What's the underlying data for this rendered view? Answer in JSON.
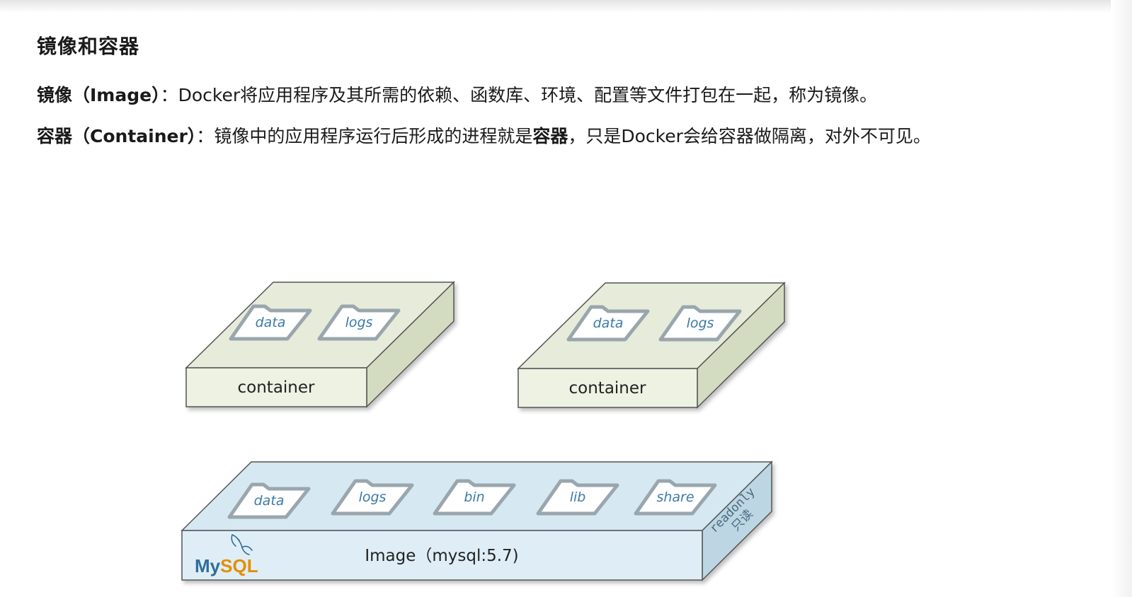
{
  "title": "镜像和容器",
  "definitions": {
    "image": {
      "term": "镜像（Image）",
      "sep": "：",
      "text": "Docker将应用程序及其所需的依赖、函数库、环境、配置等文件打包在一起，称为镜像。"
    },
    "container": {
      "term": "容器（Container）",
      "sep": "：",
      "text_before": "镜像中的应用程序运行后形成的进程就是",
      "bold": "容器",
      "text_after": "，只是Docker会给容器做隔离，对外不可见。"
    }
  },
  "diagram": {
    "containers": [
      {
        "label": "container",
        "folders": [
          "data",
          "logs"
        ]
      },
      {
        "label": "container",
        "folders": [
          "data",
          "logs"
        ]
      }
    ],
    "image": {
      "label": "Image（mysql:5.7)",
      "folders": [
        "data",
        "logs",
        "bin",
        "lib",
        "share"
      ],
      "readonly_en": "readonly",
      "readonly_cn": "只读",
      "logo": {
        "part1": "My",
        "part2": "SQL"
      }
    },
    "colors": {
      "container_top": "#e6ecd9",
      "container_front": "#edf2e3",
      "container_side": "#d3dcc1",
      "image_top": "#d6e8f2",
      "image_front": "#dfeef6",
      "image_side": "#bcd6e4",
      "folder_fill": "#ffffff",
      "folder_text": "#3b7aa8",
      "mysql_blue": "#2f6e9a",
      "mysql_orange": "#e48e00"
    }
  }
}
